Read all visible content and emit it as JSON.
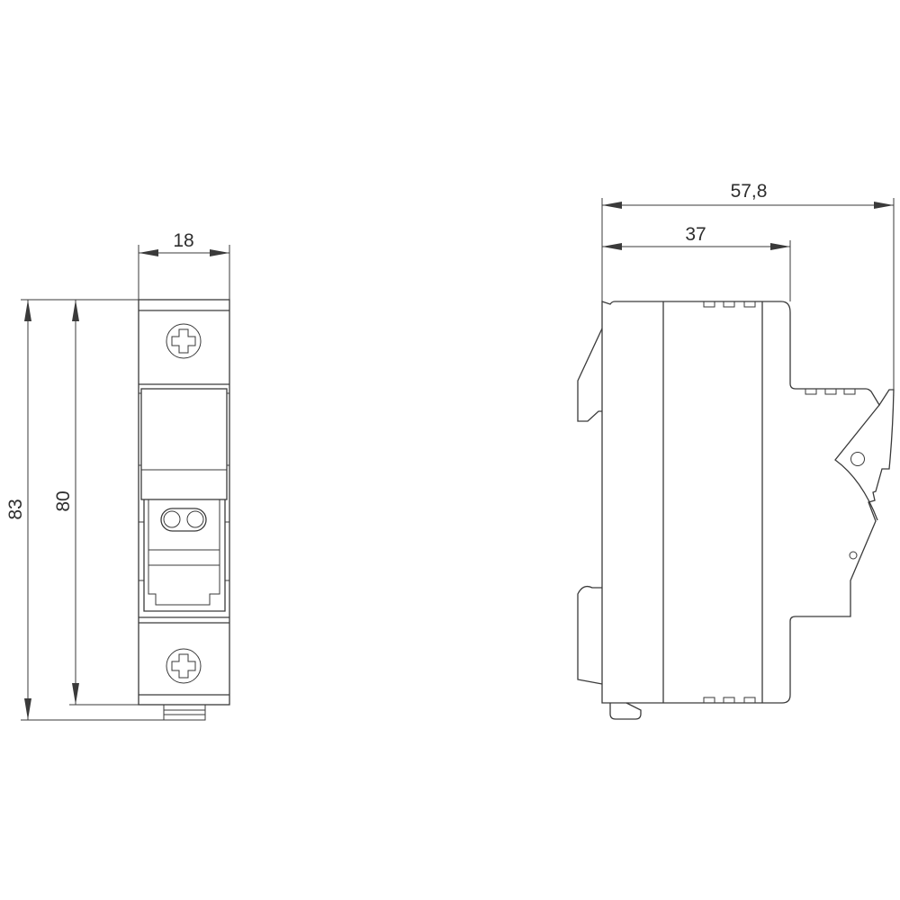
{
  "drawing": {
    "front_view": {
      "width_dim": "18",
      "total_height_dim": "83",
      "body_height_dim": "80"
    },
    "side_view": {
      "total_depth_dim": "57,8",
      "front_depth_dim": "37"
    },
    "colors": {
      "line": "#3a3a3a",
      "background": "#ffffff"
    }
  }
}
